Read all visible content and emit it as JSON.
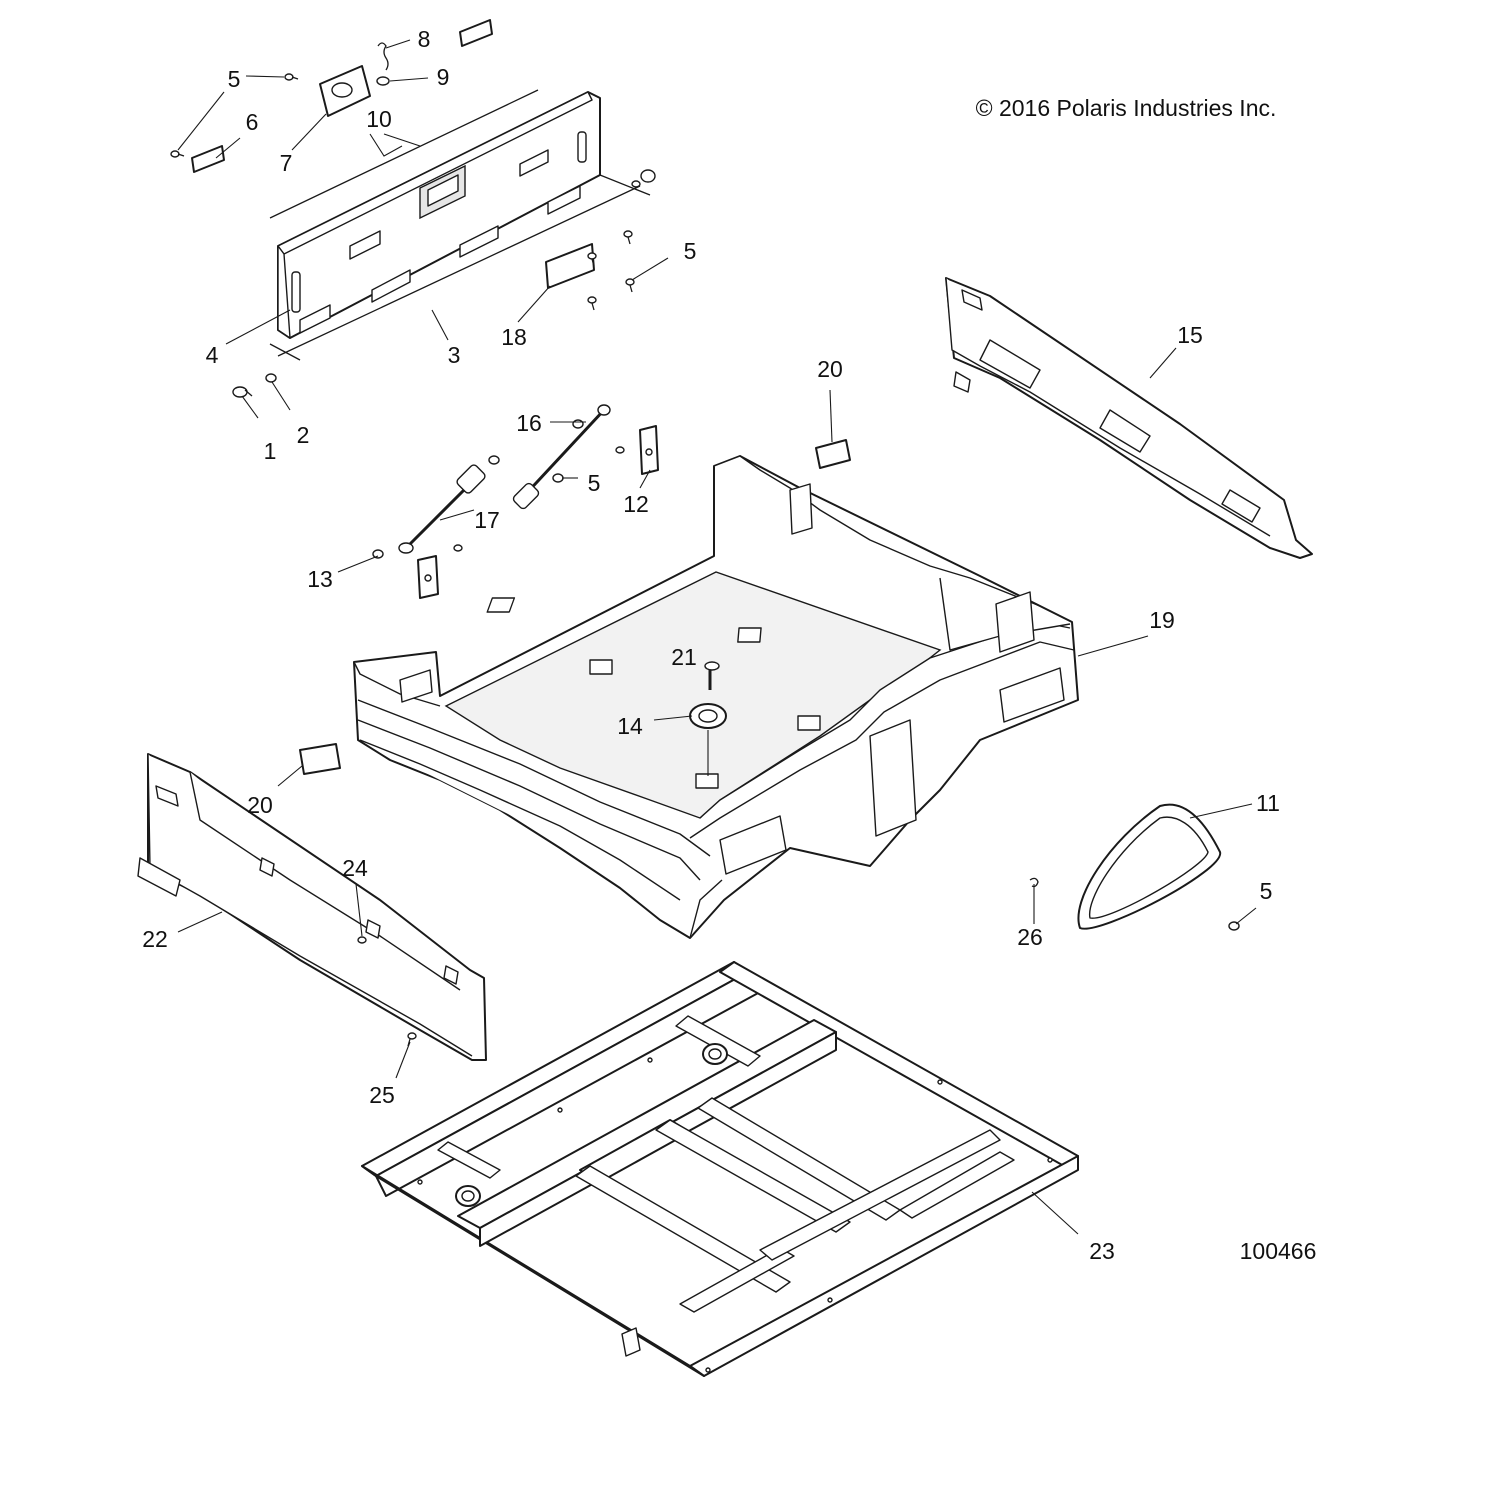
{
  "copyright": "© 2016 Polaris Industries Inc.",
  "diagram_number": "100466",
  "callouts": {
    "c1": "1",
    "c2": "2",
    "c3": "3",
    "c4": "4",
    "c5a": "5",
    "c5b": "5",
    "c5c": "5",
    "c5d": "5",
    "c6": "6",
    "c7": "7",
    "c8": "8",
    "c9": "9",
    "c10": "10",
    "c11": "11",
    "c12": "12",
    "c13": "13",
    "c14": "14",
    "c15": "15",
    "c16": "16",
    "c17": "17",
    "c18": "18",
    "c19": "19",
    "c20a": "20",
    "c20b": "20",
    "c21": "21",
    "c22": "22",
    "c23": "23",
    "c24": "24",
    "c25": "25",
    "c26": "26"
  }
}
